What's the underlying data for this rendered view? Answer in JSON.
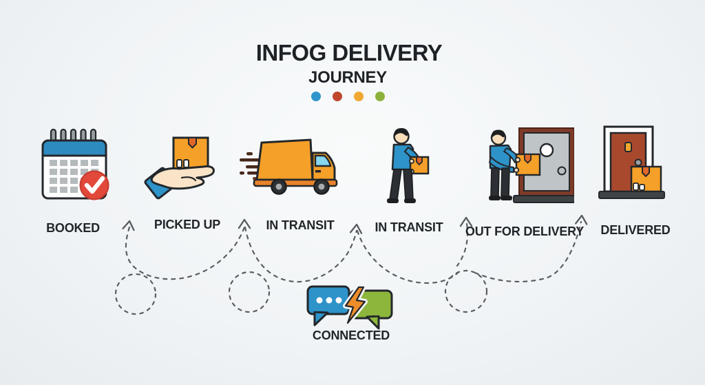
{
  "header": {
    "title_line1": "INFOG DELIVERY",
    "title_line2": "JOURNEY",
    "dots": [
      "#2e96cc",
      "#c0472e",
      "#f0a832",
      "#8db23c"
    ]
  },
  "stages": [
    {
      "label": "BOOKED",
      "icon": "calendar-check-icon"
    },
    {
      "label": "PICKED UP",
      "icon": "hand-box-icon"
    },
    {
      "label": "IN TRANSIT",
      "icon": "delivery-truck-icon"
    },
    {
      "label": "IN TRANSIT",
      "icon": "courier-box-icon"
    },
    {
      "label": "OUT FOR DELIVERY",
      "icon": "courier-door-icon"
    },
    {
      "label": "DELIVERED",
      "icon": "door-package-icon"
    }
  ],
  "connected": {
    "label": "CONNECTED",
    "icon": "chat-bolt-icon"
  },
  "colors": {
    "accent_blue": "#2e93c9",
    "accent_orange": "#f5a028",
    "accent_red": "#e2493b",
    "accent_green": "#8cb63c",
    "outline_dark": "#23272b",
    "dash_gray": "#5a5e62"
  }
}
